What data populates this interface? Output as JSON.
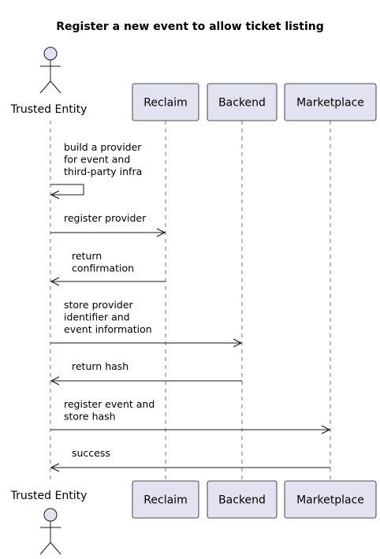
{
  "title": "Register a new event to allow ticket listing",
  "participants": [
    {
      "id": "trusted",
      "label": "Trusted Entity",
      "kind": "actor"
    },
    {
      "id": "reclaim",
      "label": "Reclaim",
      "kind": "participant"
    },
    {
      "id": "backend",
      "label": "Backend",
      "kind": "participant"
    },
    {
      "id": "marketplace",
      "label": "Marketplace",
      "kind": "participant"
    }
  ],
  "messages": [
    {
      "from": "trusted",
      "to": "trusted",
      "lines": [
        "build a provider",
        "for event and",
        "third-party infra"
      ]
    },
    {
      "from": "trusted",
      "to": "reclaim",
      "lines": [
        "register provider"
      ]
    },
    {
      "from": "reclaim",
      "to": "trusted",
      "lines": [
        "return",
        "confirmation"
      ]
    },
    {
      "from": "trusted",
      "to": "backend",
      "lines": [
        "store provider",
        "identifier and",
        "event information"
      ]
    },
    {
      "from": "backend",
      "to": "trusted",
      "lines": [
        "return hash"
      ]
    },
    {
      "from": "trusted",
      "to": "marketplace",
      "lines": [
        "register event and",
        "store hash"
      ]
    },
    {
      "from": "marketplace",
      "to": "trusted",
      "lines": [
        "success"
      ]
    }
  ],
  "colors": {
    "box_fill": "#e2e2f0",
    "box_stroke": "#181818",
    "line": "#181818",
    "lifeline": "#181818"
  }
}
